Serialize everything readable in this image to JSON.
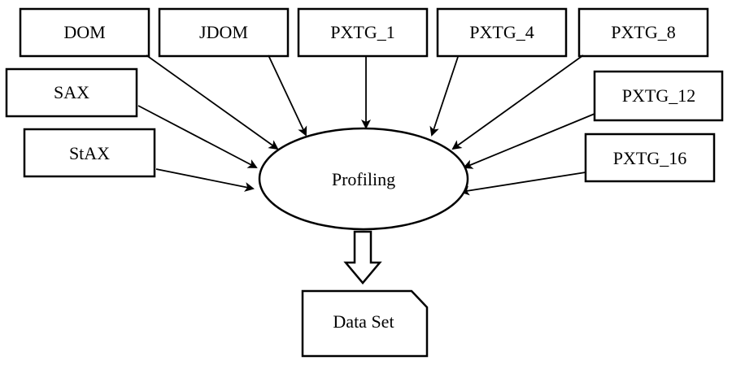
{
  "diagram": {
    "sources": [
      {
        "id": "dom",
        "label": "DOM"
      },
      {
        "id": "jdom",
        "label": "JDOM"
      },
      {
        "id": "pxtg_1",
        "label": "PXTG_1"
      },
      {
        "id": "pxtg_4",
        "label": "PXTG_4"
      },
      {
        "id": "pxtg_8",
        "label": "PXTG_8"
      },
      {
        "id": "sax",
        "label": "SAX"
      },
      {
        "id": "pxtg_12",
        "label": "PXTG_12"
      },
      {
        "id": "stax",
        "label": "StAX"
      },
      {
        "id": "pxtg_16",
        "label": "PXTG_16"
      }
    ],
    "process": {
      "id": "profiling",
      "label": "Profiling"
    },
    "output": {
      "id": "data_set",
      "label": "Data Set"
    }
  }
}
